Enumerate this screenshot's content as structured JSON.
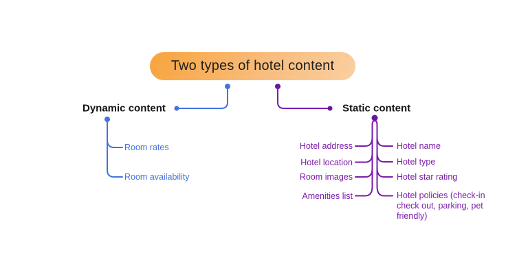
{
  "colors": {
    "blue": "#4472E0",
    "purple": "#7A1CA8",
    "purple-dark": "#6A15A0",
    "title-from": "#F7A43C",
    "title-mid": "#F8BC7C",
    "title-to": "#FACFA0",
    "title-text": "#1F1F1F"
  },
  "title": {
    "label": "Two types of hotel content"
  },
  "dynamic": {
    "label": "Dynamic content",
    "children": [
      "Room rates",
      "Room availability"
    ]
  },
  "static": {
    "label": "Static content",
    "left_children": [
      "Hotel address",
      "Hotel location",
      "Room images",
      "Amenities list"
    ],
    "right_children": [
      "Hotel name",
      "Hotel type",
      "Hotel star rating",
      "Hotel policies (check-in check out, parking, pet friendly)"
    ]
  }
}
